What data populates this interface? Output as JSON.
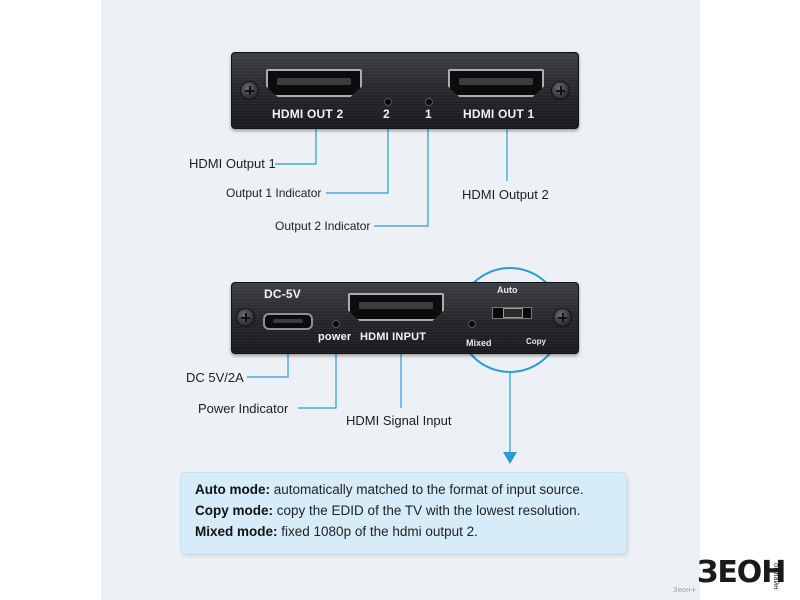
{
  "top_panel": {
    "port_out2_label": "HDMI OUT 2",
    "port_out1_label": "HDMI OUT 1",
    "led2_label": "2",
    "led1_label": "1"
  },
  "top_callouts": {
    "hdmi_output_1": "HDMI Output 1",
    "output_1_indicator": "Output 1 Indicator",
    "output_2_indicator": "Output 2 Indicator",
    "hdmi_output_2": "HDMI Output 2"
  },
  "bottom_panel": {
    "dc_label": "DC-5V",
    "power_label": "power",
    "hdmi_input_label": "HDMI INPUT",
    "switch_auto": "Auto",
    "switch_mixed": "Mixed",
    "switch_copy": "Copy"
  },
  "bottom_callouts": {
    "dc": "DC 5V/2A",
    "power_indicator": "Power Indicator",
    "hdmi_signal_input": "HDMI Signal Input"
  },
  "modes": [
    {
      "name": "Auto mode:",
      "desc": " automatically matched to the format of input source."
    },
    {
      "name": "Copy mode:",
      "desc": " copy the EDID of the TV with the lowest resolution."
    },
    {
      "name": "Mixed mode:",
      "desc": " fixed 1080p of the hdmi output 2."
    }
  ],
  "logo": {
    "text": "ЗЕОН",
    "side_text": "онлайн",
    "watermark": "Зеон+"
  },
  "colors": {
    "accent": "#2b9bd6",
    "info_bg": "#d6ecf9",
    "panel": "#25272b"
  }
}
